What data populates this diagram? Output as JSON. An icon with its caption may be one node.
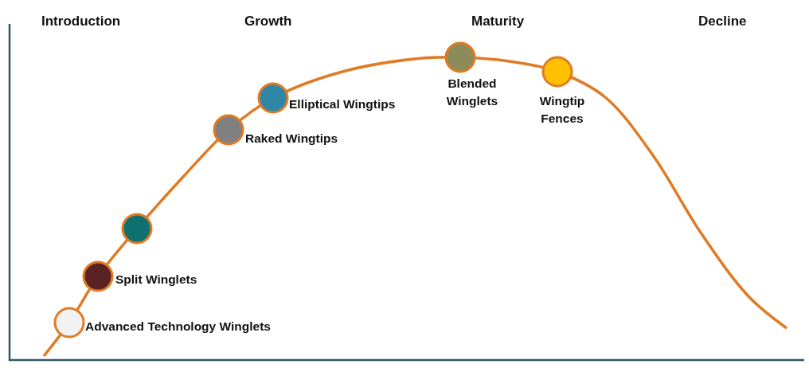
{
  "diagram": {
    "nodes": [
      {
        "text": [],
        "shape": "circle",
        "beside": [
          "Advanced Technology Winglets"
        ]
      },
      {
        "text": [],
        "shape": "circle",
        "beside": [
          "Split Winglets"
        ]
      },
      {
        "text": [],
        "shape": "circle"
      },
      {
        "text": [],
        "shape": "circle",
        "beside": [
          "Raked Wingtips"
        ]
      },
      {
        "text": [],
        "shape": "circle",
        "beside": [
          "Elliptical Wingtips"
        ]
      },
      {
        "text": [],
        "shape": "circle",
        "beside": [
          "Blended Winglets"
        ]
      },
      {
        "text": [],
        "shape": "circle",
        "beside": [
          "Wingtip Fences"
        ]
      }
    ],
    "edges": [],
    "labels": [
      "Introduction",
      "Growth",
      "Maturity",
      "Decline"
    ]
  }
}
